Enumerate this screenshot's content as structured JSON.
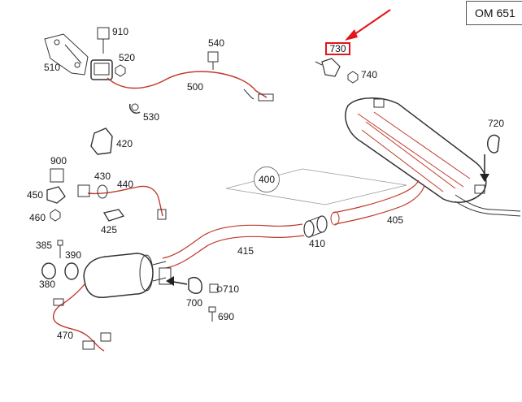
{
  "engine_code": "OM 651",
  "highlight_part": "730",
  "assembly_label": "400",
  "parts": [
    {
      "id": "p910",
      "label": "910"
    },
    {
      "id": "p510",
      "label": "510"
    },
    {
      "id": "p520",
      "label": "520"
    },
    {
      "id": "p540",
      "label": "540"
    },
    {
      "id": "p500",
      "label": "500"
    },
    {
      "id": "p530",
      "label": "530"
    },
    {
      "id": "p740",
      "label": "740"
    },
    {
      "id": "p720",
      "label": "720"
    },
    {
      "id": "p420",
      "label": "420"
    },
    {
      "id": "p900",
      "label": "900"
    },
    {
      "id": "p430",
      "label": "430"
    },
    {
      "id": "p440",
      "label": "440"
    },
    {
      "id": "p450",
      "label": "450"
    },
    {
      "id": "p460",
      "label": "460"
    },
    {
      "id": "p425",
      "label": "425"
    },
    {
      "id": "p405",
      "label": "405"
    },
    {
      "id": "p410",
      "label": "410"
    },
    {
      "id": "p415",
      "label": "415"
    },
    {
      "id": "p385",
      "label": "385"
    },
    {
      "id": "p390",
      "label": "390"
    },
    {
      "id": "p380",
      "label": "380"
    },
    {
      "id": "p700",
      "label": "700"
    },
    {
      "id": "p710",
      "label": "710"
    },
    {
      "id": "p690",
      "label": "690"
    },
    {
      "id": "p470",
      "label": "470"
    }
  ],
  "colors": {
    "highlight": "#e3141b",
    "part_line": "#c0392b",
    "text": "#1a1a1a"
  }
}
